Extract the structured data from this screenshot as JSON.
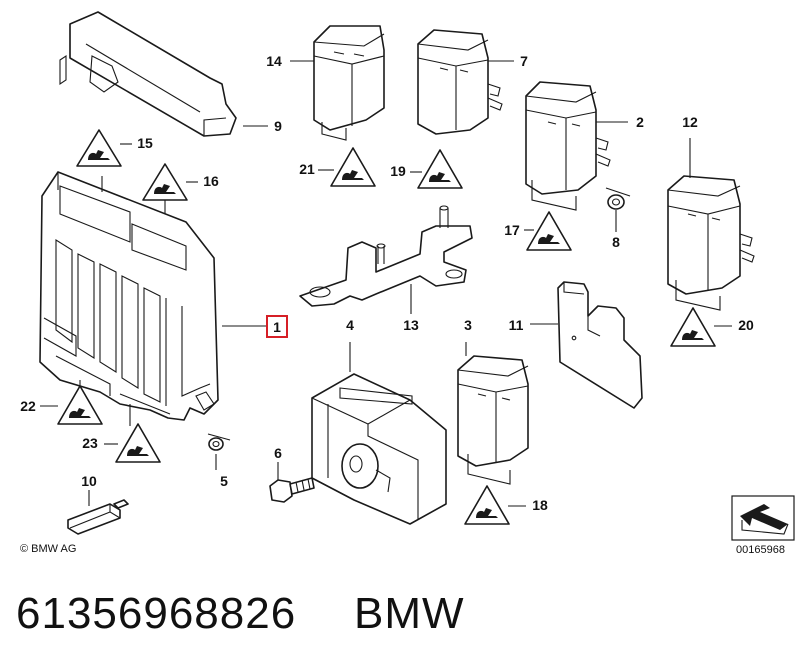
{
  "diagram": {
    "copyright": "© BMW AG",
    "reference": "00165968",
    "highlighted_callout": "1",
    "callouts": [
      "1",
      "2",
      "3",
      "4",
      "5",
      "6",
      "7",
      "8",
      "9",
      "10",
      "11",
      "12",
      "13",
      "14",
      "15",
      "16",
      "17",
      "18",
      "19",
      "20",
      "21",
      "22",
      "23"
    ]
  },
  "footer": {
    "part_number": "61356968826",
    "brand": "BMW"
  },
  "colors": {
    "highlight": "#d61f26",
    "ink": "#1a1a1a"
  }
}
